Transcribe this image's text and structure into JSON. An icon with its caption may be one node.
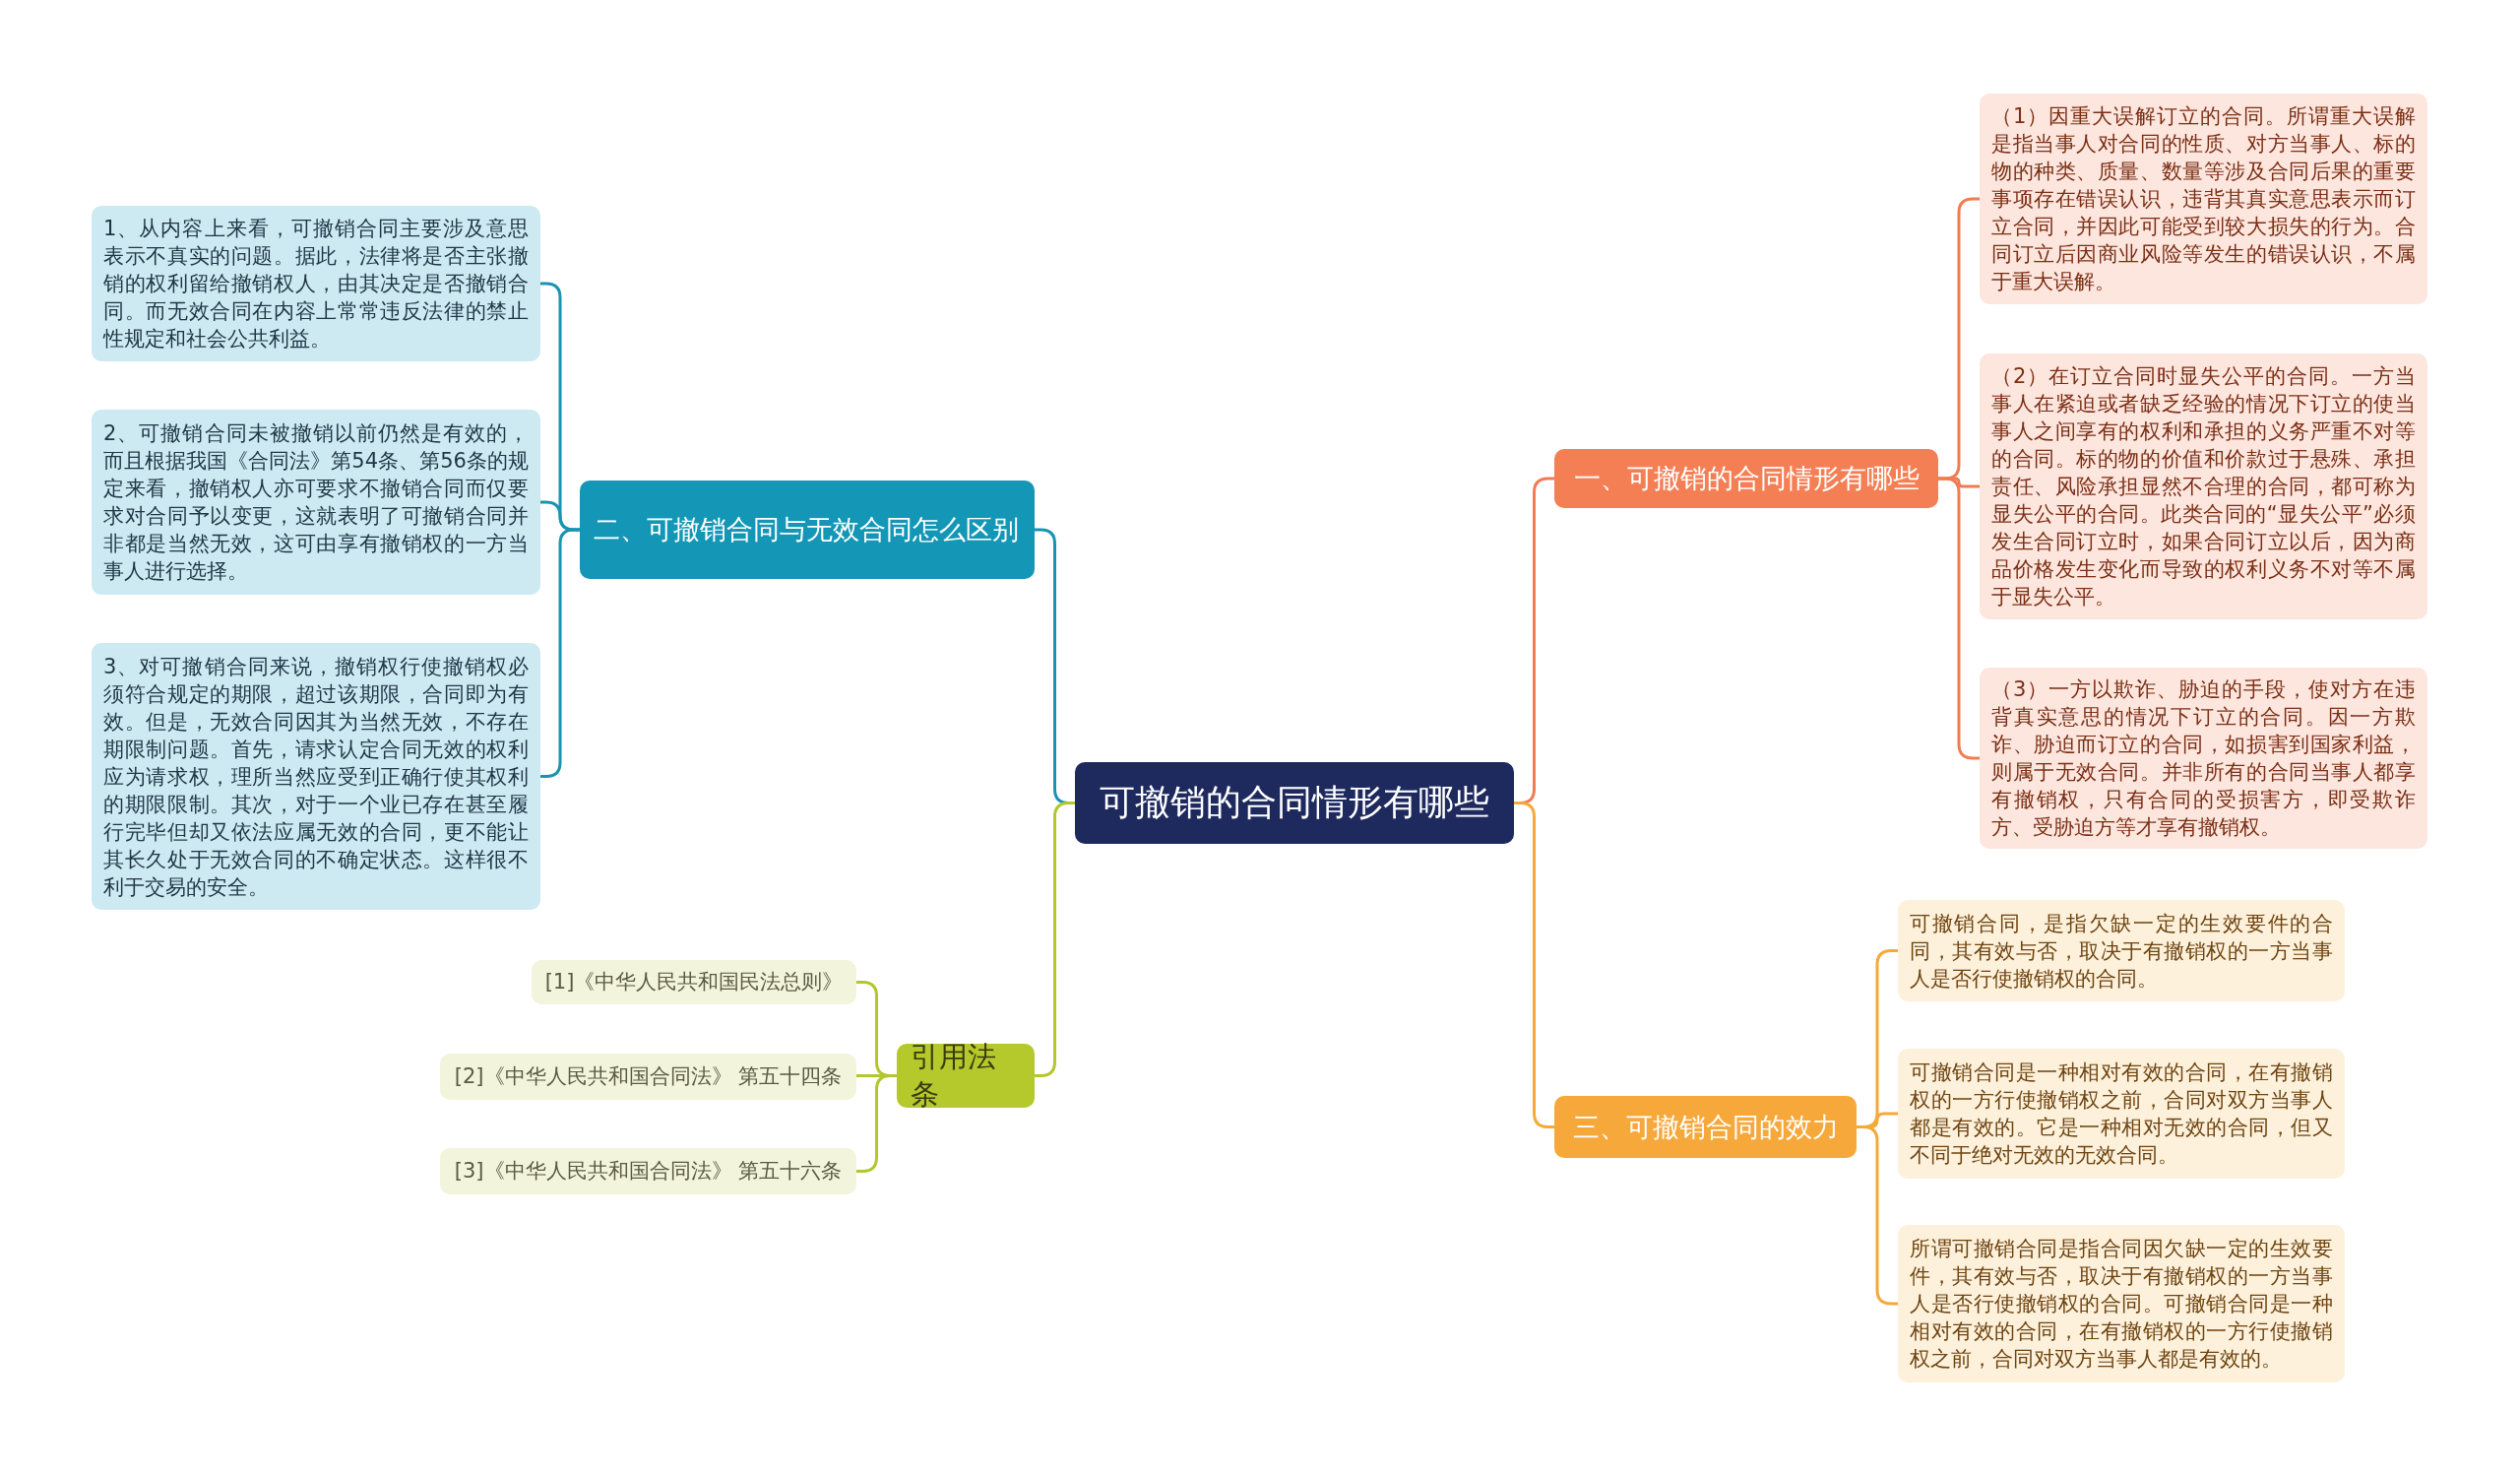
{
  "diagram": {
    "nodes": [
      {
        "text": [
          "可撤销的合同情形有哪些"
        ]
      },
      {
        "text": [
          "一、可撤销的合同情形有哪些"
        ]
      },
      {
        "text": [
          "（1）因重大误解订立的合同。所谓重大误解是指当事人对合同的性质、对方当事人、标的物的种类、质量、数量等涉及合同后果的重要事项存在错误认识，违背其真实意思表示而订立合同，并因此可能受到较大损失的行为。合同订立后因商业风险等发生的错误认识，不属于重大误解。"
        ]
      },
      {
        "text": [
          "（2）在订立合同时显失公平的合同。一方当事人在紧迫或者缺乏经验的情况下订立的使当事人之间享有的权利和承担的义务严重不对等的合同。标的物的价值和价款过于悬殊、承担责任、风险承担显然不合理的合同，都可称为显失公平的合同。此类合同的“显失公平”必须发生合同订立时，如果合同订立以后，因为商品价格发生变化而导致的权利义务不对等不属于显失公平。"
        ]
      },
      {
        "text": [
          "（3）一方以欺诈、胁迫的手段，使对方在违背真实意思的情况下订立的合同。因一方欺诈、胁迫而订立的合同，如损害到国家利益，则属于无效合同。并非所有的合同当事人都享有撤销权，只有合同的受损害方，即受欺诈方、受胁迫方等才享有撤销权。"
        ]
      },
      {
        "text": [
          "二、可撤销合同与无效合同怎么区别"
        ]
      },
      {
        "text": [
          "1、从内容上来看，可撤销合同主要涉及意思表示不真实的问题。据此，法律将是否主张撤销的权利留给撤销权人，由其决定是否撤销合同。而无效合同在内容上常常违反法律的禁止性规定和社会公共利益。"
        ]
      },
      {
        "text": [
          "2、可撤销合同未被撤销以前仍然是有效的，而且根据我国《合同法》第54条、第56条的规定来看，撤销权人亦可要求不撤销合同而仅要求对合同予以变更，这就表明了可撤销合同并非都是当然无效，这可由享有撤销权的一方当事人进行选择。"
        ]
      },
      {
        "text": [
          "3、对可撤销合同来说，撤销权行使撤销权必须符合规定的期限，超过该期限，合同即为有效。但是，无效合同因其为当然无效，不存在期限制问题。首先，请求认定合同无效的权利应为请求权，理所当然应受到正确行使其权利的期限限制。其次，对于一个业已存在甚至履行完毕但却又依法应属无效的合同，更不能让其长久处于无效合同的不确定状态。这样很不利于交易的安全。"
        ]
      },
      {
        "text": [
          "三、可撤销合同的效力"
        ]
      },
      {
        "text": [
          "可撤销合同，是指欠缺一定的生效要件的合同，其有效与否，取决于有撤销权的一方当事人是否行使撤销权的合同。"
        ]
      },
      {
        "text": [
          "可撤销合同是一种相对有效的合同，在有撤销权的一方行使撤销权之前，合同对双方当事人都是有效的。它是一种相对无效的合同，但又不同于绝对无效的无效合同。"
        ]
      },
      {
        "text": [
          "所谓可撤销合同是指合同因欠缺一定的生效要件，其有效与否，取决于有撤销权的一方当事人是否行使撤销权的合同。可撤销合同是一种相对有效的合同，在有撤销权的一方行使撤销权之前，合同对双方当事人都是有效的。"
        ]
      },
      {
        "text": [
          "引用法条"
        ]
      },
      {
        "text": [
          "[1]《中华人民共和国民法总则》"
        ]
      },
      {
        "text": [
          "[2]《中华人民共和国合同法》 第五十四条"
        ]
      },
      {
        "text": [
          "[3]《中华人民共和国合同法》 第五十六条"
        ]
      }
    ],
    "edges": [
      {
        "from": 0,
        "to": 1,
        "arrow": "none",
        "color": "#f07d52"
      },
      {
        "from": 1,
        "to": 2,
        "arrow": "none",
        "color": "#f07d52"
      },
      {
        "from": 1,
        "to": 3,
        "arrow": "none",
        "color": "#f07d52"
      },
      {
        "from": 1,
        "to": 4,
        "arrow": "none",
        "color": "#f07d52"
      },
      {
        "from": 0,
        "to": 5,
        "arrow": "none",
        "color": "#1a93b3"
      },
      {
        "from": 5,
        "to": 6,
        "arrow": "none",
        "color": "#1a93b3"
      },
      {
        "from": 5,
        "to": 7,
        "arrow": "none",
        "color": "#1a93b3"
      },
      {
        "from": 5,
        "to": 8,
        "arrow": "none",
        "color": "#1a93b3"
      },
      {
        "from": 0,
        "to": 9,
        "arrow": "none",
        "color": "#f5a93a"
      },
      {
        "from": 9,
        "to": 10,
        "arrow": "none",
        "color": "#f5a93a"
      },
      {
        "from": 9,
        "to": 11,
        "arrow": "none",
        "color": "#f5a93a"
      },
      {
        "from": 9,
        "to": 12,
        "arrow": "none",
        "color": "#f5a93a"
      },
      {
        "from": 0,
        "to": 13,
        "arrow": "none",
        "color": "#b3c62c"
      },
      {
        "from": 13,
        "to": 14,
        "arrow": "none",
        "color": "#b3c62c"
      },
      {
        "from": 13,
        "to": 15,
        "arrow": "none",
        "color": "#b3c62c"
      },
      {
        "from": 13,
        "to": 16,
        "arrow": "none",
        "color": "#b3c62c"
      }
    ]
  }
}
